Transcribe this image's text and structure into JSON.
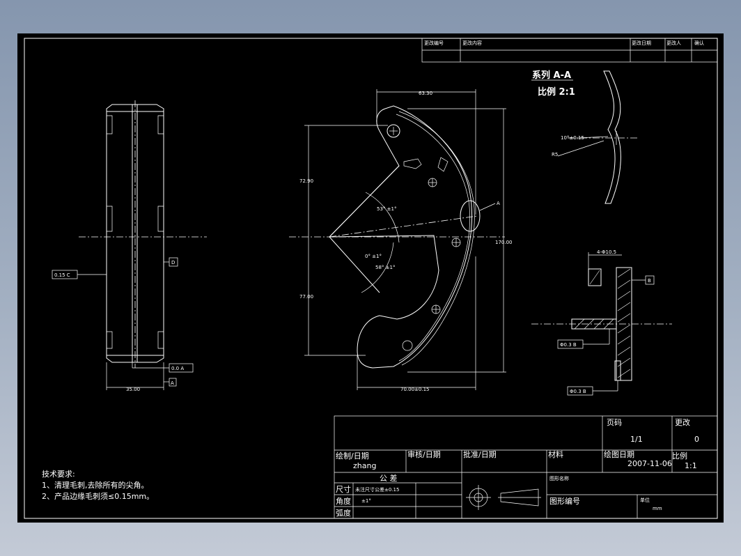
{
  "revision_table": {
    "col_no": "更改编号",
    "col_content": "更改内容",
    "col_date": "更改日期",
    "col_person": "更改人",
    "col_confirm": "确认"
  },
  "section": {
    "title": "系列 A-A",
    "scale": "比例 2:1",
    "dim_angle": "10°±0.15",
    "dim_radius": "R5"
  },
  "dimensions": {
    "top_width": "63.30",
    "upper_height": "72.90",
    "lower_height": "77.00",
    "total_height": "170.00",
    "bottom_width": "70.00±0.15",
    "angle_1": "53° ±1°",
    "angle_2": "0° ±1°",
    "angle_3": "58° ±1°",
    "section_mark": "A",
    "side_width": "35.00",
    "tag_d": "D",
    "tag_a": "A",
    "tag_b": "B",
    "detail_dim": "4-Φ10.5",
    "fcf_side": "0.15 C",
    "fcf_bottom": "0.0 A",
    "fcf_detail_1": "Φ0.3 B",
    "fcf_detail_2": "Φ0.3 B"
  },
  "tech_notes": {
    "heading": "技术要求:",
    "line1": "1、清理毛刺,去除所有的尖角。",
    "line2": "2、产品边缘毛刺须≤0.15mm。"
  },
  "title_block": {
    "page_label": "页码",
    "page_value": "1/1",
    "change_label": "更改",
    "change_value": "0",
    "drawn_label": "绘制/日期",
    "drawn_value": "zhang",
    "review_label": "审核/日期",
    "approve_label": "批准/日期",
    "material_label": "材料",
    "draw_date_label": "绘图日期",
    "draw_date_value": "2007-11-06",
    "scale_label": "比例",
    "scale_value": "1:1",
    "tolerance_label": "公   差",
    "size_label": "尺寸",
    "size_value": "未注尺寸公差±0.15",
    "angle_label": "角度",
    "angle_value": "±1°",
    "arc_label": "弧度",
    "part_name_label": "图形名称",
    "part_no_label": "图形编号",
    "unit_label": "单位",
    "unit_value": "mm"
  }
}
